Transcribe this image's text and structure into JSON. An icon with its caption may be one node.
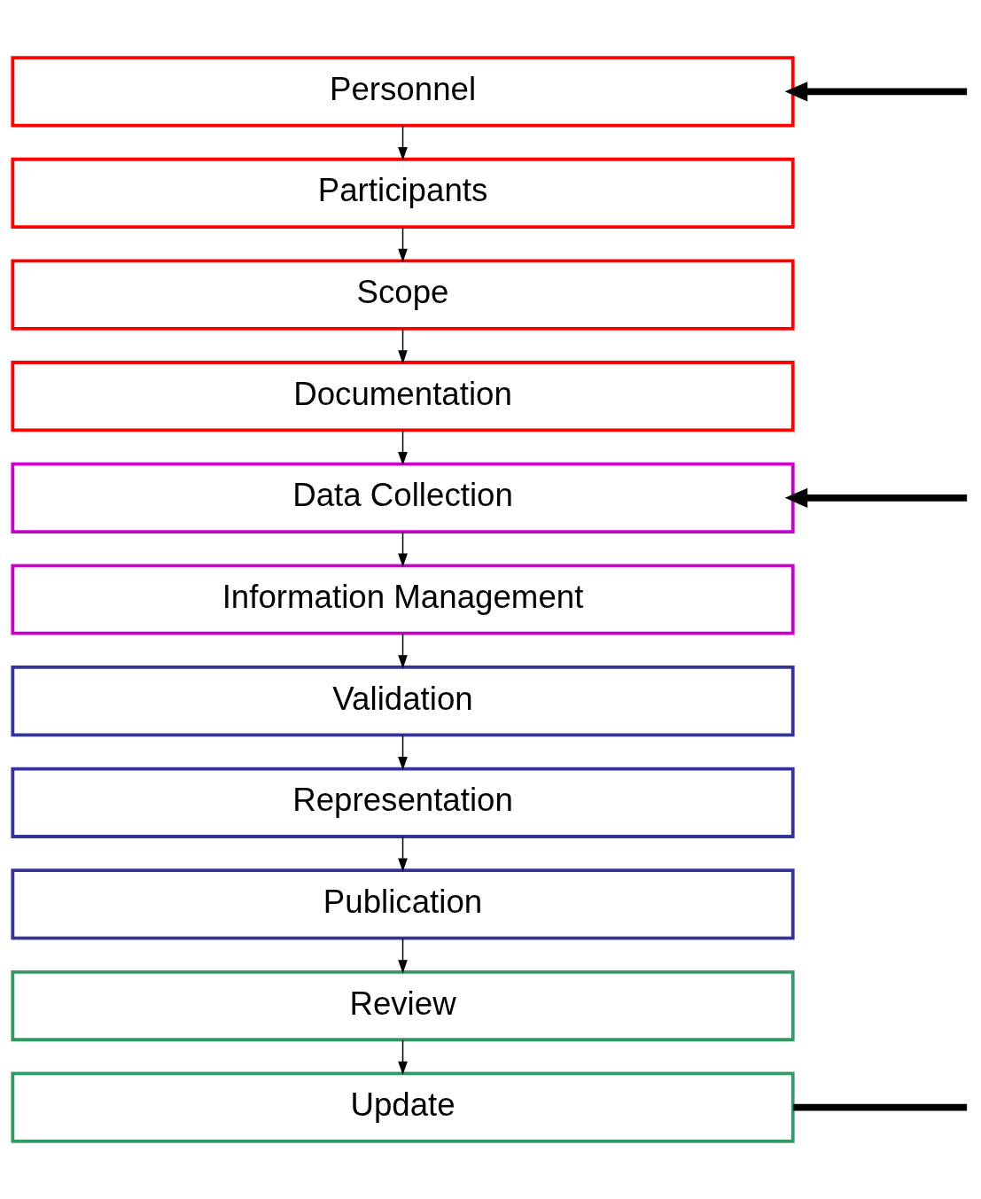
{
  "diagram": {
    "nodes": [
      {
        "text": [
          "Personnel"
        ]
      },
      {
        "text": [
          "Participants"
        ]
      },
      {
        "text": [
          "Scope"
        ]
      },
      {
        "text": [
          "Documentation"
        ]
      },
      {
        "text": [
          "Data Collection"
        ]
      },
      {
        "text": [
          "Information Management"
        ]
      },
      {
        "text": [
          "Validation"
        ]
      },
      {
        "text": [
          "Representation"
        ]
      },
      {
        "text": [
          "Publication"
        ]
      },
      {
        "text": [
          "Review"
        ]
      },
      {
        "text": [
          "Update"
        ]
      }
    ],
    "edges": [
      {
        "from": 0,
        "to": 1,
        "arrow": "to"
      },
      {
        "from": 1,
        "to": 2,
        "arrow": "to"
      },
      {
        "from": 2,
        "to": 3,
        "arrow": "to"
      },
      {
        "from": 3,
        "to": 4,
        "arrow": "to"
      },
      {
        "from": 4,
        "to": 5,
        "arrow": "to"
      },
      {
        "from": 5,
        "to": 6,
        "arrow": "to"
      },
      {
        "from": 6,
        "to": 7,
        "arrow": "to"
      },
      {
        "from": 7,
        "to": 8,
        "arrow": "to"
      },
      {
        "from": 8,
        "to": 9,
        "arrow": "to"
      },
      {
        "from": 9,
        "to": 10,
        "arrow": "to"
      },
      {
        "from": null,
        "to": 0,
        "arrow": "to",
        "style": "thick"
      },
      {
        "from": null,
        "to": 4,
        "arrow": "to",
        "style": "thick"
      },
      {
        "from": 10,
        "to": null,
        "arrow": "none",
        "style": "thick"
      }
    ]
  }
}
